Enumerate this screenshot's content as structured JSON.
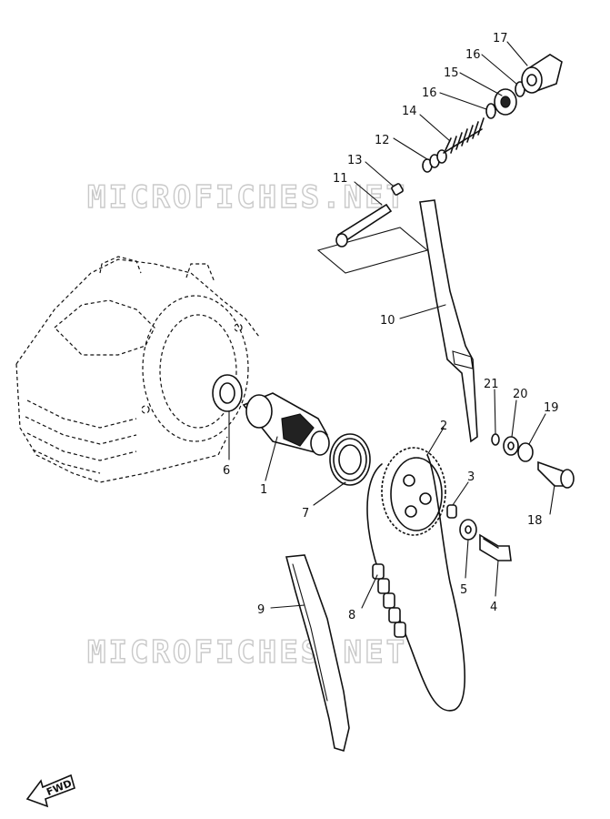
{
  "watermark": {
    "text": "MICROFICHES.NET"
  },
  "direction": {
    "label": "FWD"
  },
  "callouts": [
    {
      "id": "c1",
      "label": "1"
    },
    {
      "id": "c2",
      "label": "2"
    },
    {
      "id": "c3",
      "label": "3"
    },
    {
      "id": "c4",
      "label": "4"
    },
    {
      "id": "c5",
      "label": "5"
    },
    {
      "id": "c6",
      "label": "6"
    },
    {
      "id": "c7",
      "label": "7"
    },
    {
      "id": "c8",
      "label": "8"
    },
    {
      "id": "c9",
      "label": "9"
    },
    {
      "id": "c10",
      "label": "10"
    },
    {
      "id": "c11",
      "label": "11"
    },
    {
      "id": "c12",
      "label": "12"
    },
    {
      "id": "c13",
      "label": "13"
    },
    {
      "id": "c14",
      "label": "14"
    },
    {
      "id": "c15",
      "label": "15"
    },
    {
      "id": "c16a",
      "label": "16"
    },
    {
      "id": "c16b",
      "label": "16"
    },
    {
      "id": "c17",
      "label": "17"
    },
    {
      "id": "c18",
      "label": "18"
    },
    {
      "id": "c19",
      "label": "19"
    },
    {
      "id": "c20",
      "label": "20"
    },
    {
      "id": "c21",
      "label": "21"
    }
  ]
}
